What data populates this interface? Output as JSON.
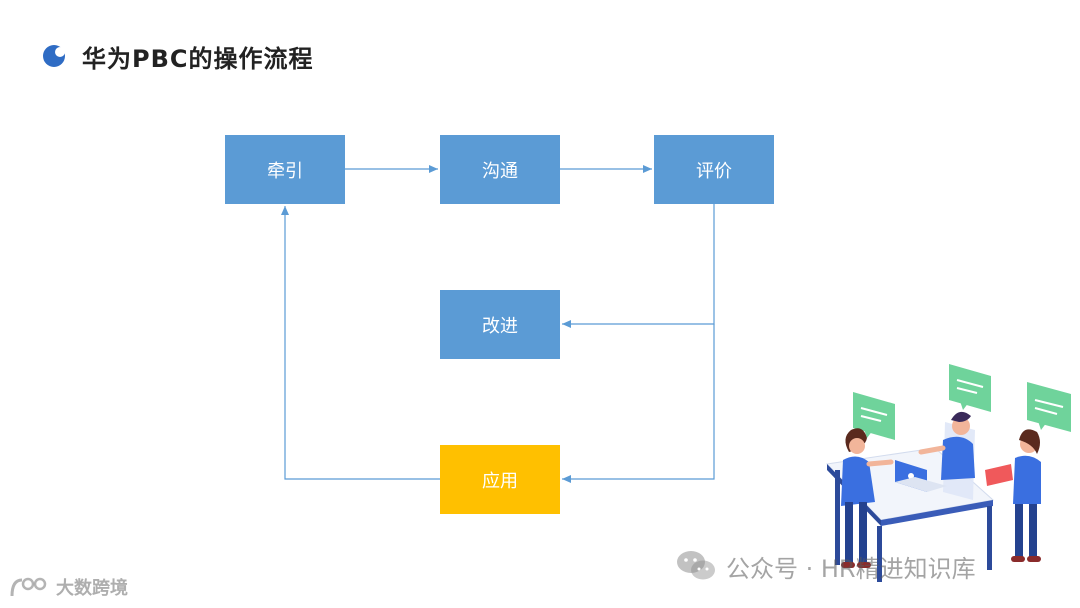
{
  "title": "华为PBC的操作流程",
  "nodes": {
    "qianyin": "牵引",
    "goutong": "沟通",
    "pingjia": "评价",
    "gaijin": "改进",
    "yingyong": "应用"
  },
  "colors": {
    "node_blue": "#5b9bd5",
    "node_yellow": "#ffc000",
    "arrow": "#5b9bd5",
    "title_dot": "#2f6cc4"
  },
  "watermarks": {
    "wechat": "公众号 · HR精进知识库",
    "brand": "大数跨境"
  }
}
